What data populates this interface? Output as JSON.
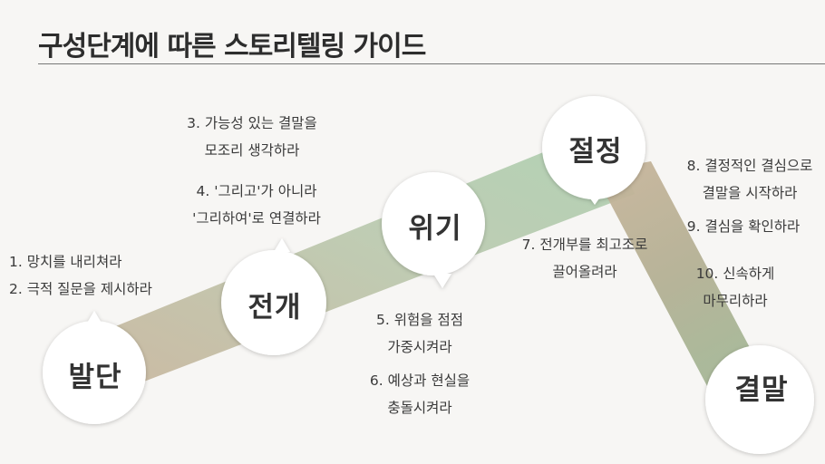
{
  "title": "구성단계에 따른 스토리텔링 가이드",
  "colors": {
    "band_left": "#c7b69e",
    "band_mid": "#b3cdb3",
    "band_right": "#bcaa93",
    "circle_fill": "#ffffff",
    "text": "#333333"
  },
  "stages": [
    {
      "label": "발단"
    },
    {
      "label": "전개"
    },
    {
      "label": "위기"
    },
    {
      "label": "절정"
    },
    {
      "label": "결말"
    }
  ],
  "notes": {
    "n1": [
      "1. 망치를 내리쳐라",
      "2. 극적 질문을 제시하라"
    ],
    "n3": [
      "3. 가능성 있는 결말을",
      "모조리 생각하라"
    ],
    "n4": [
      "4. '그리고'가 아니라",
      "'그리하여'로 연결하라"
    ],
    "n5": [
      "5. 위험을 점점",
      "가중시켜라"
    ],
    "n6": [
      "6. 예상과 현실을",
      "충돌시켜라"
    ],
    "n7": [
      "7. 전개부를 최고조로",
      "끌어올려라"
    ],
    "n8": [
      "8. 결정적인 결심으로",
      "결말을  시작하라"
    ],
    "n9": [
      "9. 결심을 확인하라"
    ],
    "n10": [
      "10. 신속하게",
      "마무리하라"
    ]
  }
}
